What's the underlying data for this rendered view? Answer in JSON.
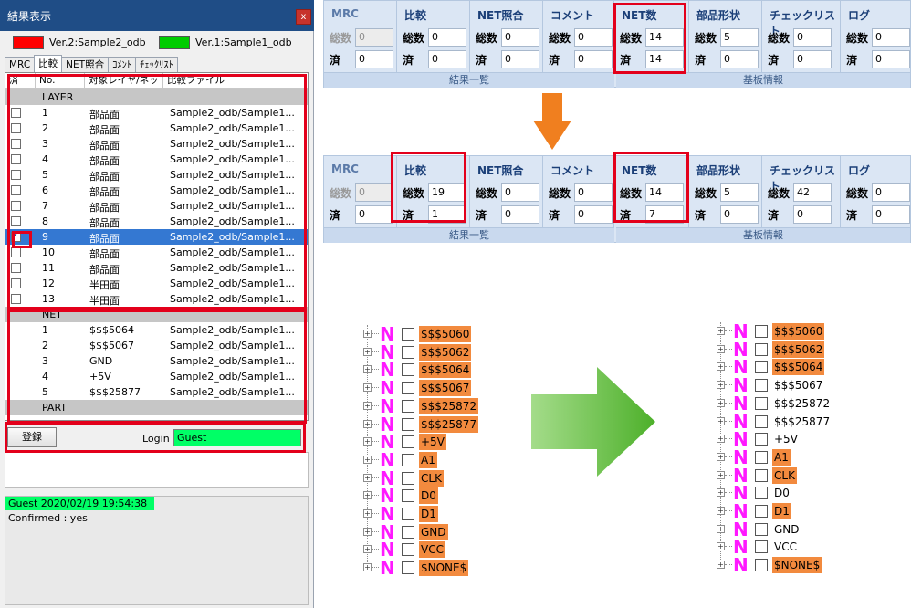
{
  "dialog": {
    "title": "結果表示",
    "close_label": "x",
    "version_new": {
      "label": "Ver.2:Sample2_odb",
      "color": "#ff0000"
    },
    "version_old": {
      "label": "Ver.1:Sample1_odb",
      "color": "#00cc00"
    },
    "tabs": [
      "MRC",
      "比較",
      "NET照合",
      "ｺﾒﾝﾄ",
      "ﾁｪｯｸﾘｽﾄ"
    ],
    "active_tab": "比較",
    "columns": [
      "済",
      "No.",
      "対象レイヤ/ネット",
      "比較ファイル"
    ],
    "groups": {
      "layer": "LAYER",
      "net": "NET",
      "part": "PART"
    },
    "layer_rows": [
      {
        "no": "1",
        "target": "部品面",
        "file": "Sample2_odb/Sample1...",
        "checked": false
      },
      {
        "no": "2",
        "target": "部品面",
        "file": "Sample2_odb/Sample1...",
        "checked": false
      },
      {
        "no": "3",
        "target": "部品面",
        "file": "Sample2_odb/Sample1...",
        "checked": false
      },
      {
        "no": "4",
        "target": "部品面",
        "file": "Sample2_odb/Sample1...",
        "checked": false
      },
      {
        "no": "5",
        "target": "部品面",
        "file": "Sample2_odb/Sample1...",
        "checked": false
      },
      {
        "no": "6",
        "target": "部品面",
        "file": "Sample2_odb/Sample1...",
        "checked": false
      },
      {
        "no": "7",
        "target": "部品面",
        "file": "Sample2_odb/Sample1...",
        "checked": false
      },
      {
        "no": "8",
        "target": "部品面",
        "file": "Sample2_odb/Sample1...",
        "checked": false
      },
      {
        "no": "9",
        "target": "部品面",
        "file": "Sample2_odb/Sample1...",
        "checked": true,
        "selected": true
      },
      {
        "no": "10",
        "target": "部品面",
        "file": "Sample2_odb/Sample1...",
        "checked": false
      },
      {
        "no": "11",
        "target": "部品面",
        "file": "Sample2_odb/Sample1...",
        "checked": false
      },
      {
        "no": "12",
        "target": "半田面",
        "file": "Sample2_odb/Sample1...",
        "checked": false
      },
      {
        "no": "13",
        "target": "半田面",
        "file": "Sample2_odb/Sample1...",
        "checked": false
      }
    ],
    "net_rows": [
      {
        "no": "1",
        "target": "$$$5064",
        "file": "Sample2_odb/Sample1..."
      },
      {
        "no": "2",
        "target": "$$$5067",
        "file": "Sample2_odb/Sample1..."
      },
      {
        "no": "3",
        "target": "GND",
        "file": "Sample2_odb/Sample1..."
      },
      {
        "no": "4",
        "target": "+5V",
        "file": "Sample2_odb/Sample1..."
      },
      {
        "no": "5",
        "target": "$$$25877",
        "file": "Sample2_odb/Sample1..."
      }
    ],
    "register_label": "登録",
    "login_label": "Login",
    "login_value": "Guest",
    "log_line1": "Guest     2020/02/19 19:54:38",
    "log_line2": "Confirmed : yes"
  },
  "ribbon_labels": {
    "total": "総数",
    "done": "済",
    "section_results": "結果一覧",
    "section_board": "基板情報"
  },
  "ribbon_before": [
    {
      "name": "MRC",
      "total": "0",
      "done": "0",
      "dim": true
    },
    {
      "name": "比較",
      "total": "0",
      "done": "0"
    },
    {
      "name": "NET照合",
      "total": "0",
      "done": "0"
    },
    {
      "name": "コメント",
      "total": "0",
      "done": "0"
    },
    {
      "name": "NET数",
      "total": "14",
      "done": "14"
    },
    {
      "name": "部品形状",
      "total": "5",
      "done": "0"
    },
    {
      "name": "チェックリスト",
      "total": "0",
      "done": "0"
    },
    {
      "name": "ログ",
      "total": "0",
      "done": "0"
    }
  ],
  "ribbon_after": [
    {
      "name": "MRC",
      "total": "0",
      "done": "0",
      "dim": true
    },
    {
      "name": "比較",
      "total": "19",
      "done": "1"
    },
    {
      "name": "NET照合",
      "total": "0",
      "done": "0"
    },
    {
      "name": "コメント",
      "total": "0",
      "done": "0"
    },
    {
      "name": "NET数",
      "total": "14",
      "done": "7"
    },
    {
      "name": "部品形状",
      "total": "5",
      "done": "0"
    },
    {
      "name": "チェックリスト",
      "total": "42",
      "done": "0"
    },
    {
      "name": "ログ",
      "total": "0",
      "done": "0"
    }
  ],
  "tree_icon": "N",
  "tree_before": [
    {
      "label": "$$$5060",
      "hl": true
    },
    {
      "label": "$$$5062",
      "hl": true
    },
    {
      "label": "$$$5064",
      "hl": true
    },
    {
      "label": "$$$5067",
      "hl": true
    },
    {
      "label": "$$$25872",
      "hl": true
    },
    {
      "label": "$$$25877",
      "hl": true
    },
    {
      "label": "+5V",
      "hl": true
    },
    {
      "label": "A1",
      "hl": true
    },
    {
      "label": "CLK",
      "hl": true
    },
    {
      "label": "D0",
      "hl": true
    },
    {
      "label": "D1",
      "hl": true
    },
    {
      "label": "GND",
      "hl": true
    },
    {
      "label": "VCC",
      "hl": true
    },
    {
      "label": "$NONE$",
      "hl": true
    }
  ],
  "tree_after": [
    {
      "label": "$$$5060",
      "hl": true
    },
    {
      "label": "$$$5062",
      "hl": true
    },
    {
      "label": "$$$5064",
      "hl": true
    },
    {
      "label": "$$$5067",
      "hl": false
    },
    {
      "label": "$$$25872",
      "hl": false
    },
    {
      "label": "$$$25877",
      "hl": false
    },
    {
      "label": "+5V",
      "hl": false
    },
    {
      "label": "A1",
      "hl": true
    },
    {
      "label": "CLK",
      "hl": true
    },
    {
      "label": "D0",
      "hl": false
    },
    {
      "label": "D1",
      "hl": true
    },
    {
      "label": "GND",
      "hl": false
    },
    {
      "label": "VCC",
      "hl": false
    },
    {
      "label": "$NONE$",
      "hl": true
    }
  ],
  "colors": {
    "highlight": "#f28a3e",
    "annotation_red": "#e3001b",
    "arrow_orange": "#f07f1f",
    "arrow_green": "#5fbf3a",
    "net_icon": "#ff19ff",
    "login_green": "#00ff66"
  }
}
